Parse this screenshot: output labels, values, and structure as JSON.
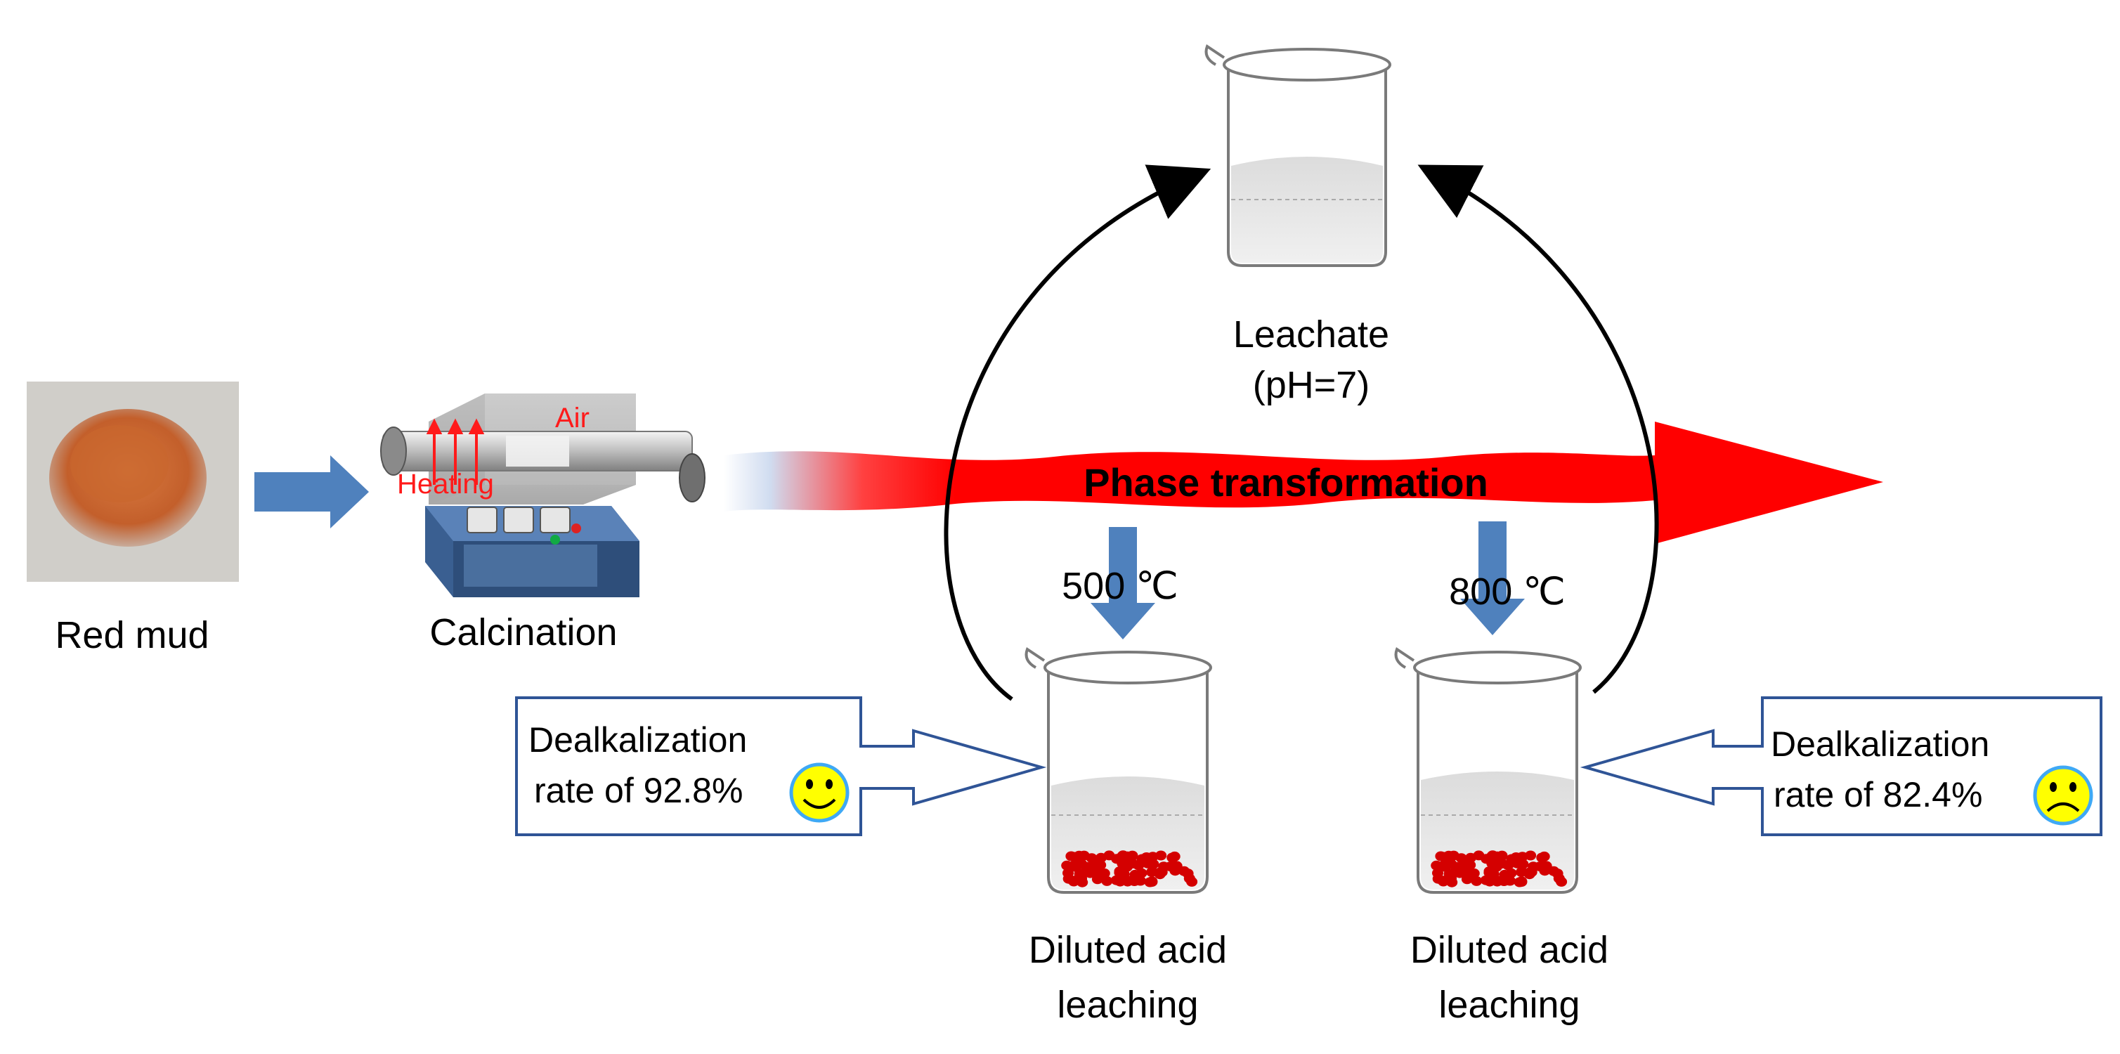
{
  "labels": {
    "red_mud": "Red mud",
    "calcination": "Calcination",
    "air": "Air",
    "heating": "Heating",
    "leachate": "Leachate",
    "leachate_ph": "(pH=7)",
    "phase_transformation": "Phase transformation",
    "temp_500": "500 ℃",
    "temp_800": "800 ℃",
    "leaching_left_1": "Diluted acid",
    "leaching_left_2": "leaching",
    "leaching_right_1": "Diluted acid",
    "leaching_right_2": "leaching"
  },
  "callouts": {
    "left": {
      "line1": "Dealkalization",
      "line2": "rate of 92.8%",
      "face": "happy-face-icon"
    },
    "right": {
      "line1": "Dealkalization",
      "line2": "rate of 82.4%",
      "face": "sad-face-icon"
    }
  },
  "colors": {
    "flow_arrow": "#4f81bd",
    "phase_band": "#ff0000",
    "particles": "#d40000",
    "callout_border": "#2f5496",
    "face_fill": "#ffff00",
    "face_outline": "#3fa9f5",
    "red_mud_powder": "#c8642e"
  }
}
